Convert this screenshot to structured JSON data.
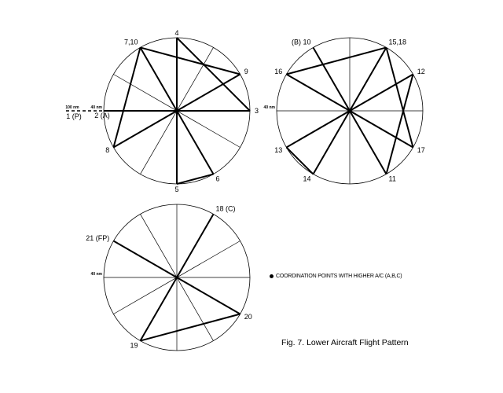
{
  "figure": {
    "caption": "Fig. 7.  Lower Aircraft Flight Pattern",
    "legend": "COORDINATION POINTS WITH HIGHER A/C  (A,B,C)",
    "range_label": "40 nm",
    "outer_label": "100 nm",
    "patterns": [
      {
        "id": "A",
        "points": [
          {
            "label": "4",
            "angle": 90
          },
          {
            "label": "3",
            "angle": 0
          },
          {
            "label": "9",
            "angle": 30
          },
          {
            "label": "7,10",
            "angle": 120
          },
          {
            "label": "8",
            "angle": 210
          },
          {
            "label": "5",
            "angle": 270
          },
          {
            "label": "6",
            "angle": 300
          },
          {
            "label": "2 (A)",
            "angle": 180
          }
        ],
        "chords": [
          [
            "4",
            "3"
          ],
          [
            "7,10",
            "9"
          ],
          [
            "7,10",
            "8"
          ],
          [
            "5",
            "6"
          ]
        ],
        "start_label": "1 (P)"
      },
      {
        "id": "B",
        "points": [
          {
            "label": "(B)  10",
            "angle": 120
          },
          {
            "label": "15,18",
            "angle": 60
          },
          {
            "label": "16",
            "angle": 150
          },
          {
            "label": "12",
            "angle": 30
          },
          {
            "label": "17",
            "angle": 330
          },
          {
            "label": "11",
            "angle": 300
          },
          {
            "label": "14",
            "angle": 240
          },
          {
            "label": "13",
            "angle": 210
          }
        ],
        "chords": [
          [
            "16",
            "15,18"
          ],
          [
            "15,18",
            "17"
          ],
          [
            "12",
            "11"
          ],
          [
            "13",
            "14"
          ]
        ]
      },
      {
        "id": "C",
        "points": [
          {
            "label": "18 (C)",
            "angle": 60
          },
          {
            "label": "21  (FP)",
            "angle": 150
          },
          {
            "label": "20",
            "angle": 330
          },
          {
            "label": "19",
            "angle": 240
          }
        ],
        "chords": [
          [
            "19",
            "20"
          ]
        ]
      }
    ]
  }
}
